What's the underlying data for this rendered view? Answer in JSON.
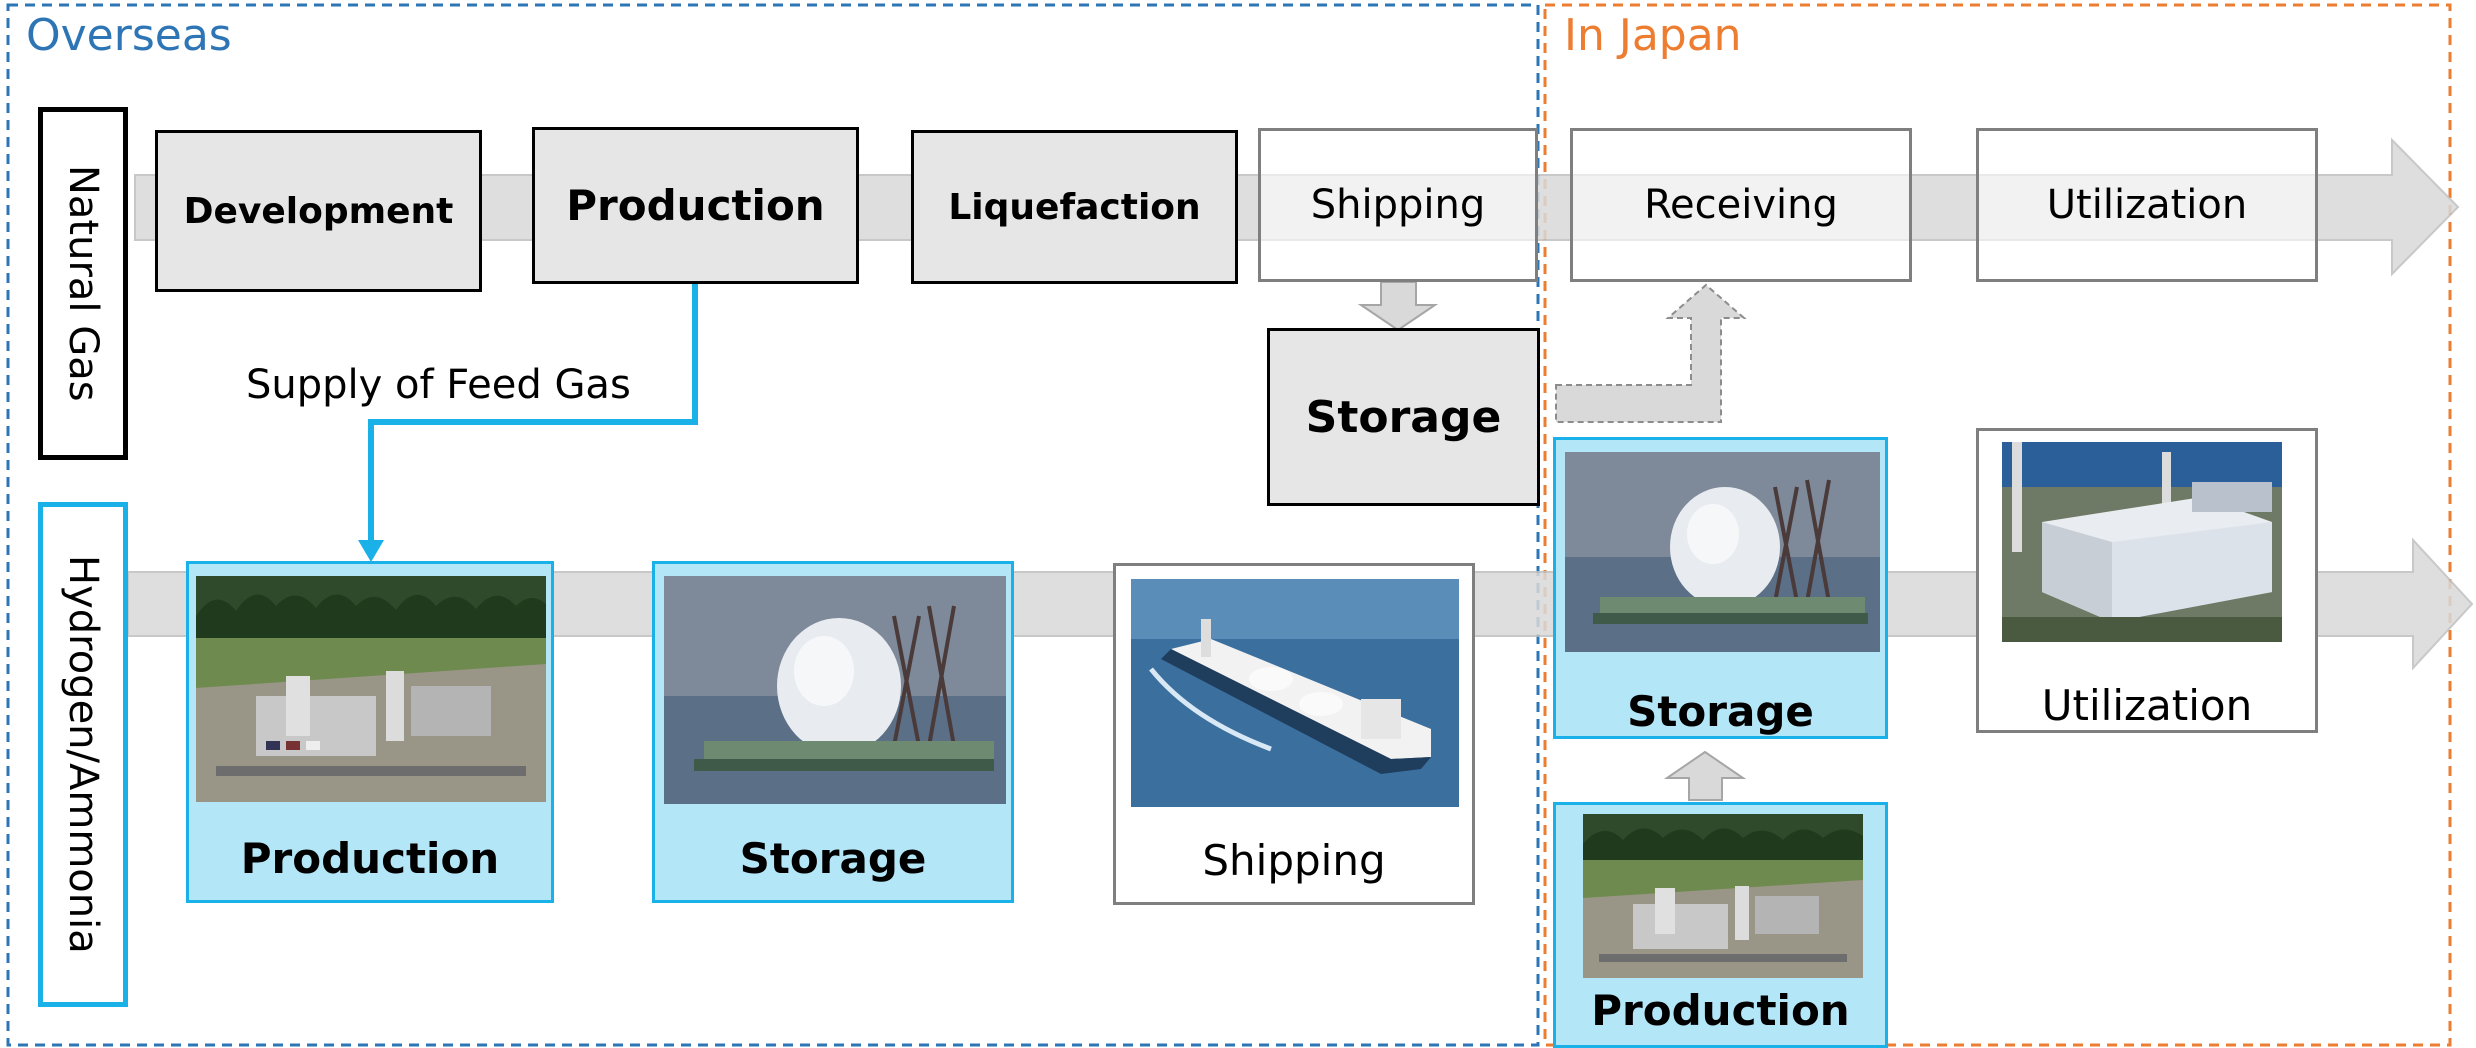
{
  "regions": {
    "overseas": "Overseas",
    "japan": "In Japan"
  },
  "rows": {
    "natural_gas": "Natural Gas",
    "hydrogen": "Hydrogen/Ammonia"
  },
  "natural_gas_steps": {
    "development": "Development",
    "production": "Production",
    "liquefaction": "Liquefaction",
    "shipping": "Shipping",
    "storage": "Storage",
    "receiving": "Receiving",
    "utilization": "Utilization"
  },
  "connector_label": "Supply of Feed Gas",
  "hydrogen_steps": {
    "production": "Production",
    "storage": "Storage",
    "shipping": "Shipping",
    "japan_storage": "Storage",
    "japan_production": "Production",
    "utilization": "Utilization"
  },
  "colors": {
    "overseas_border": "#2e75b6",
    "japan_border": "#ed7d31",
    "hydrogen_accent": "#1ab0e8",
    "card_fill": "#b3e6f7",
    "arrow_fill": "#d9d9d9"
  }
}
